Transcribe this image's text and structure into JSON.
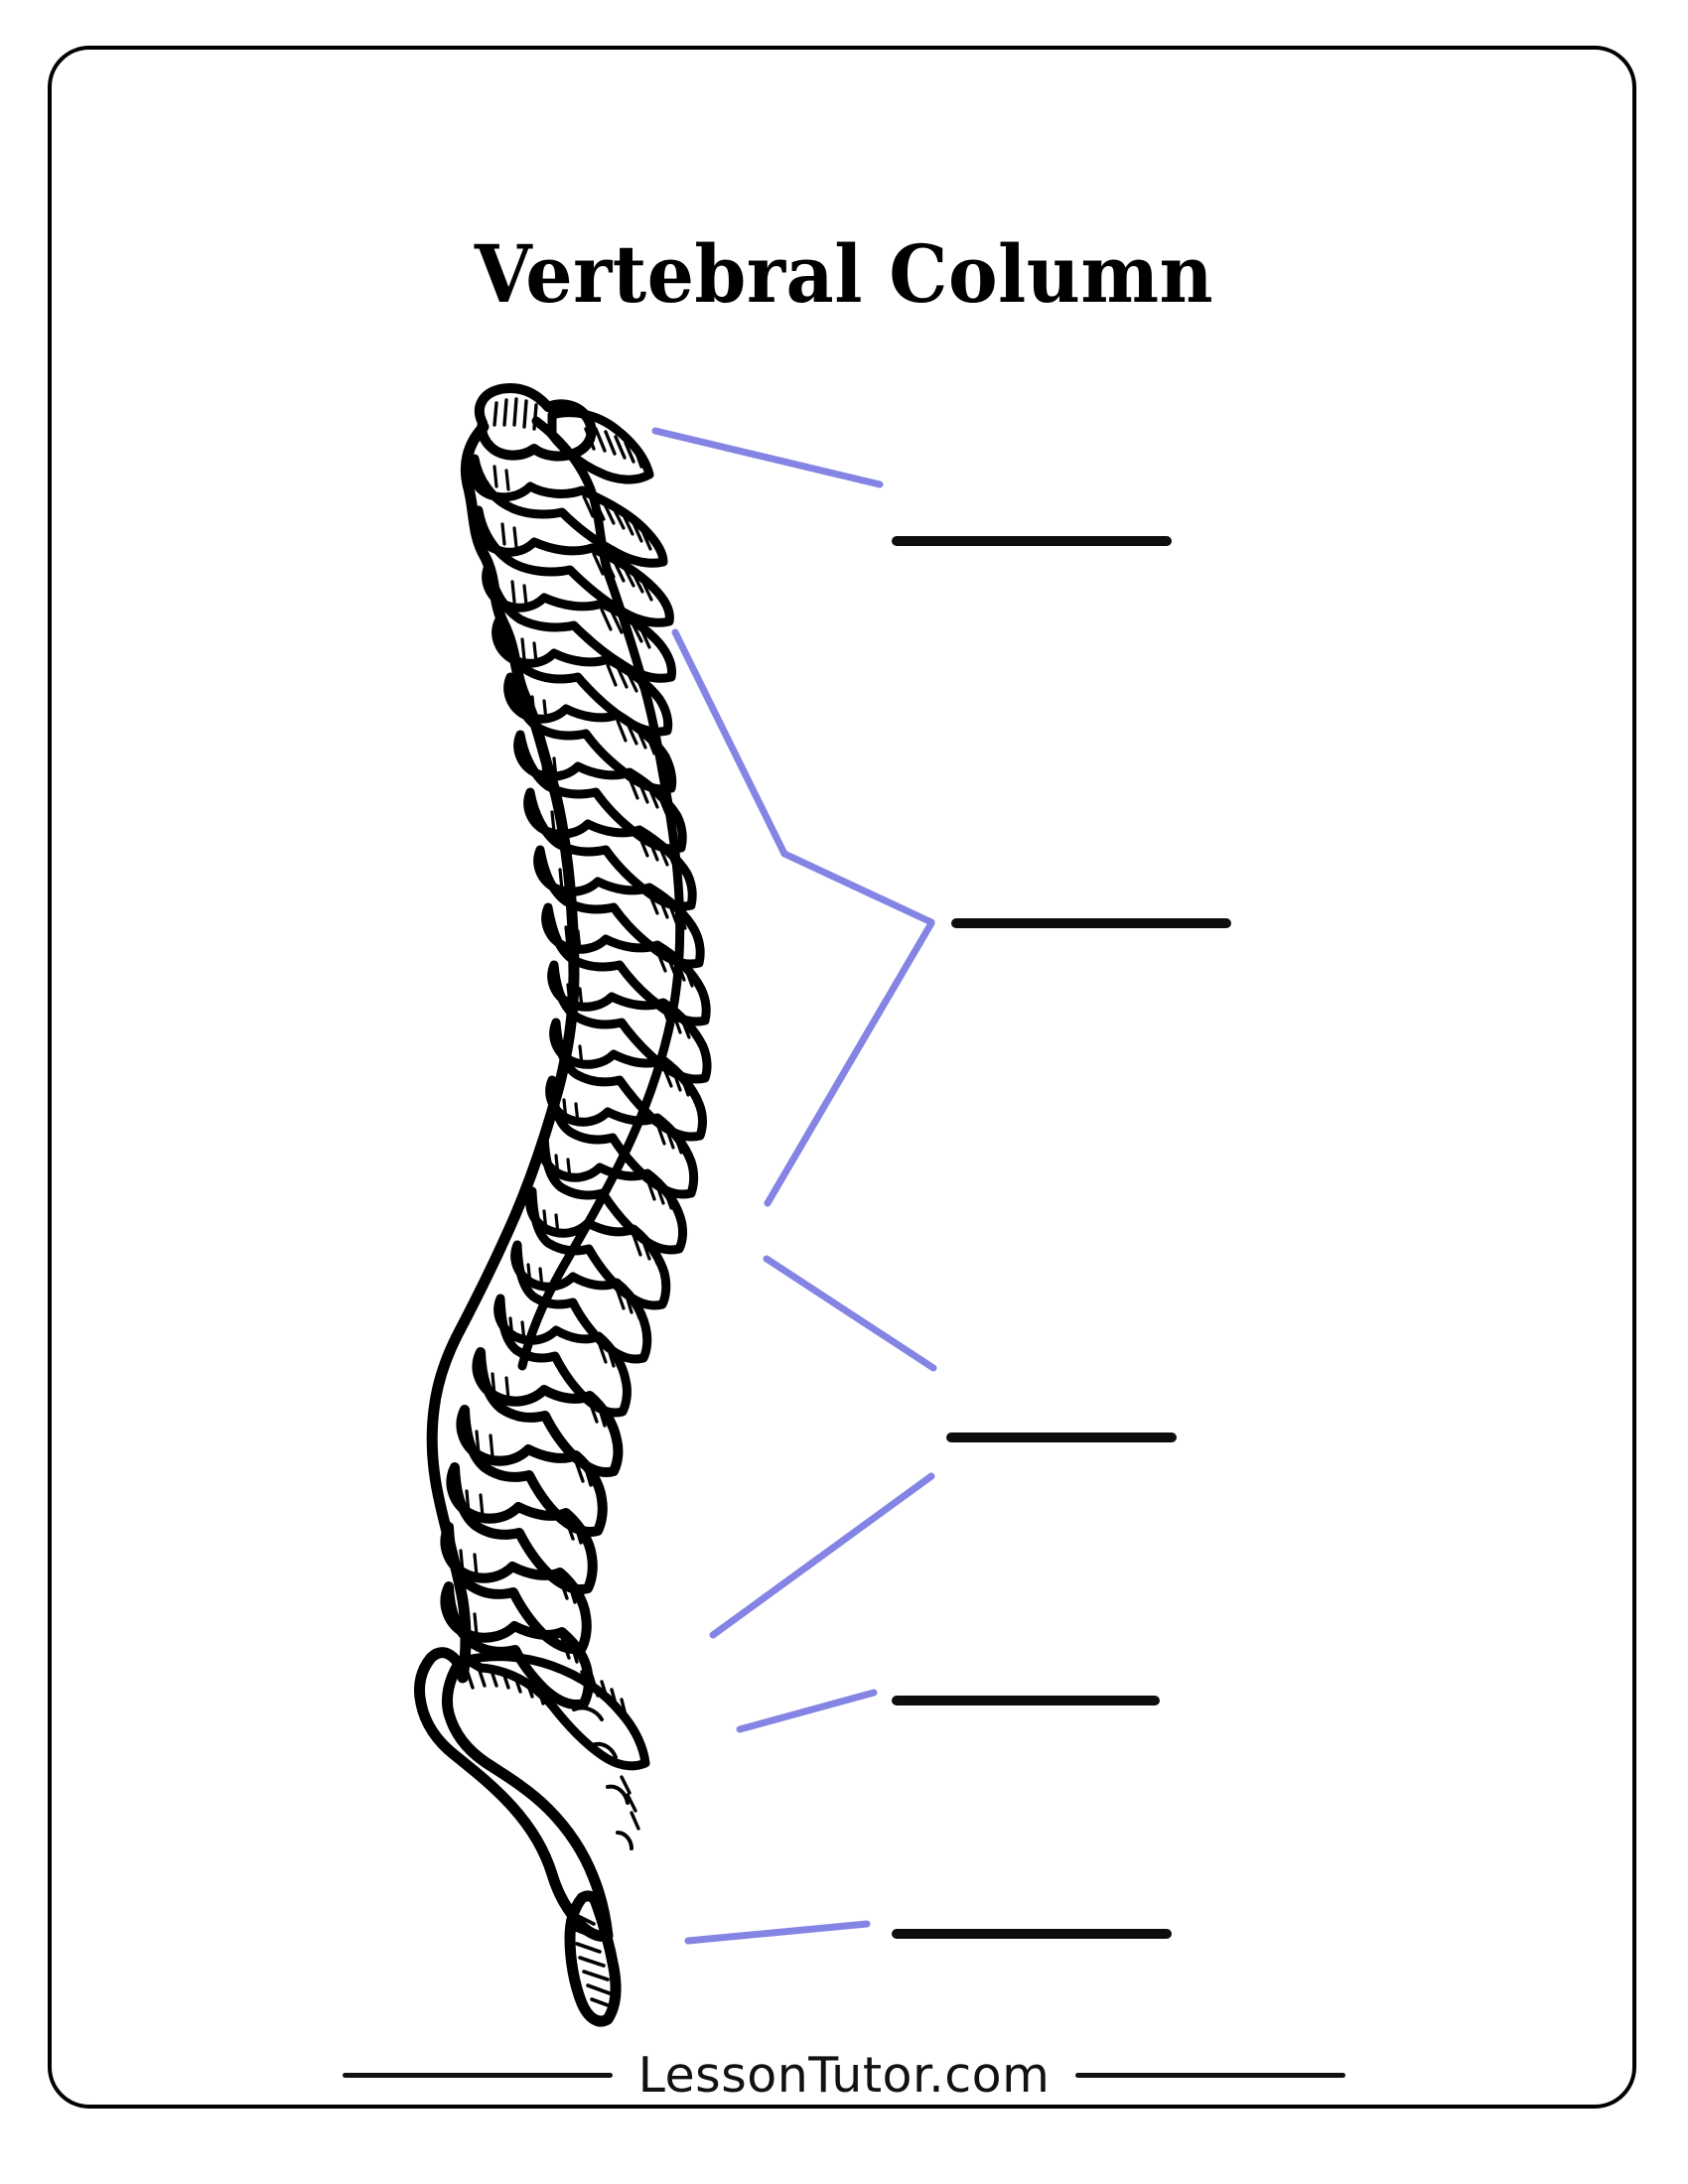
{
  "document": {
    "title": "Vertebral Column",
    "type": "anatomy-labeling-worksheet",
    "border_color": "#000000",
    "background_color": "#ffffff"
  },
  "illustration": {
    "name": "vertebral-column-lateral-view",
    "style": "pen-and-ink line drawing with cross-hatching",
    "ink_color": "#000000"
  },
  "leader_lines": {
    "color": "#8484e4",
    "stroke_width": 7,
    "count": 5
  },
  "answer_blanks": {
    "color": "#000000",
    "stroke_width": 9,
    "count": 5,
    "items": [
      {
        "id": "blank-1",
        "value": "",
        "placeholder": ""
      },
      {
        "id": "blank-2",
        "value": "",
        "placeholder": ""
      },
      {
        "id": "blank-3",
        "value": "",
        "placeholder": ""
      },
      {
        "id": "blank-4",
        "value": "",
        "placeholder": ""
      },
      {
        "id": "blank-5",
        "value": "",
        "placeholder": ""
      }
    ]
  },
  "footer": {
    "brand": "LessonTutor.com",
    "rule_color": "#111111"
  }
}
